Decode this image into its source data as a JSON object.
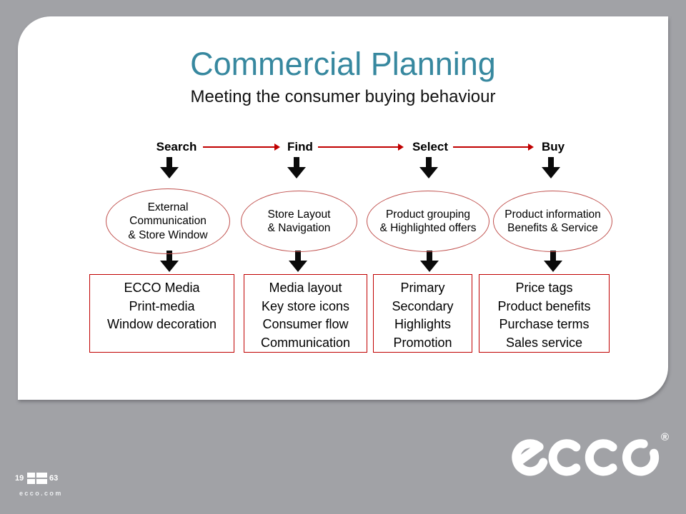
{
  "slide": {
    "title": "Commercial Planning",
    "subtitle": "Meeting the consumer buying behaviour"
  },
  "diagram": {
    "stages": [
      {
        "label": "Search",
        "ellipse_lines": [
          "External",
          "Communication",
          "& Store Window"
        ],
        "box_lines": [
          "ECCO Media",
          "Print-media",
          "Window decoration"
        ]
      },
      {
        "label": "Find",
        "ellipse_lines": [
          "Store Layout",
          "& Navigation"
        ],
        "box_lines": [
          "Media layout",
          "Key store icons",
          "Consumer flow",
          "Communication"
        ]
      },
      {
        "label": "Select",
        "ellipse_lines": [
          "Product grouping",
          "& Highlighted offers"
        ],
        "box_lines": [
          "Primary",
          "Secondary",
          "Highlights",
          "Promotion"
        ]
      },
      {
        "label": "Buy",
        "ellipse_lines": [
          "Product information",
          "Benefits & Service"
        ],
        "box_lines": [
          "Price tags",
          "Product benefits",
          "Purchase terms",
          "Sales service"
        ]
      }
    ]
  },
  "footer": {
    "founded_left": "19",
    "founded_right": "63",
    "website": "ecco.com",
    "logo_text": "ecco",
    "registered_mark": "®"
  },
  "icons": {
    "down-arrow-icon": "▼ solid block arrow",
    "flow-arrow-icon": "→ red connector arrow",
    "ecco-1963-flag-icon": "2x2 white window blocks",
    "ecco-logo-icon": "ecco wordmark"
  },
  "colors": {
    "background": "#a1a2a6",
    "card": "#ffffff",
    "title": "#37889f",
    "red": "#c00000",
    "ellipse-red": "#c0504d",
    "black": "#000000",
    "white": "#ffffff"
  }
}
